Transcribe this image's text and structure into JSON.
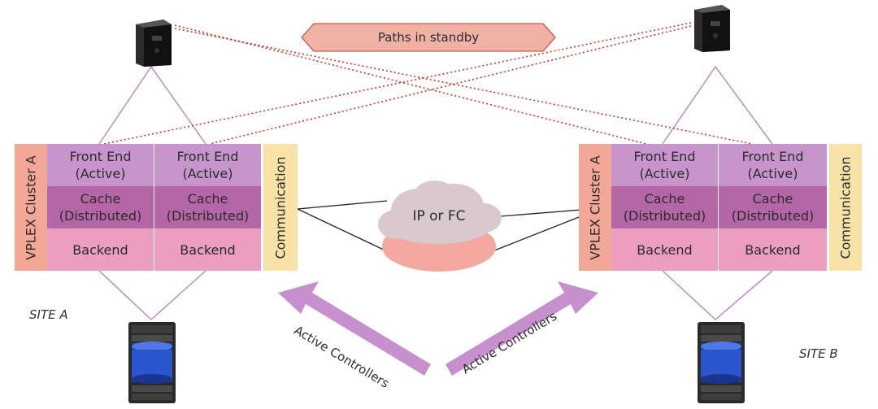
{
  "banner": {
    "text": "Paths in standby"
  },
  "cloud": {
    "text": "IP or FC"
  },
  "site_a": {
    "label": "SITE A"
  },
  "site_b": {
    "label": "SITE B"
  },
  "cluster_a": {
    "name": "VPLEX Cluster A",
    "communication": "Communication",
    "directors": [
      {
        "front_end": "Front End\n(Active)",
        "cache": "Cache\n(Distributed)",
        "backend": "Backend"
      },
      {
        "front_end": "Front End\n(Active)",
        "cache": "Cache\n(Distributed)",
        "backend": "Backend"
      }
    ]
  },
  "cluster_b": {
    "name": "VPLEX Cluster A",
    "communication": "Communication",
    "directors": [
      {
        "front_end": "Front End\n(Active)",
        "cache": "Cache\n(Distributed)",
        "backend": "Backend"
      },
      {
        "front_end": "Front End\n(Active)",
        "cache": "Cache\n(Distributed)",
        "backend": "Backend"
      }
    ]
  },
  "arrows": {
    "left": "Active Controllers",
    "right": "Active Controllers"
  },
  "colors": {
    "front_end": "#c794cc",
    "cache": "#b466a6",
    "backend": "#ec9ebe",
    "cluster_label": "#f3a796",
    "communication": "#f8e2a8",
    "standby_line": "#c0392b",
    "arrow": "#c690cc"
  }
}
